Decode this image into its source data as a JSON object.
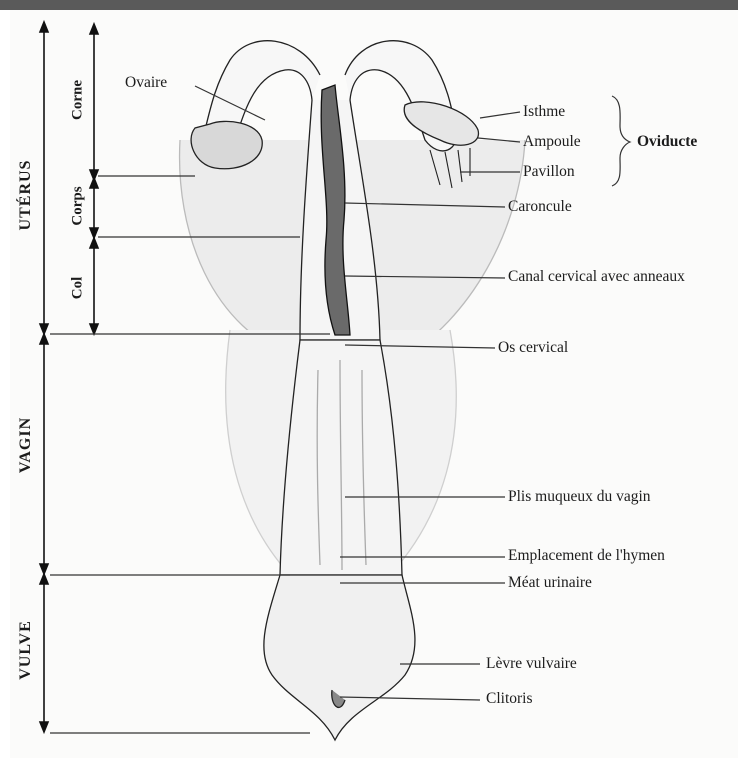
{
  "regions": {
    "uterus": "UTÉRUS",
    "vagina": "VAGIN",
    "vulva": "VULVE"
  },
  "uterus_parts": {
    "horn": "Corne",
    "body": "Corps",
    "neck": "Col"
  },
  "labels": {
    "ovary": "Ovaire",
    "isthmus": "Isthme",
    "ampulla": "Ampoule",
    "infundibulum": "Pavillon",
    "oviduct": "Oviducte",
    "caruncle": "Caroncule",
    "cervical_canal": "Canal cervical avec anneaux",
    "cervical_os": "Os cervical",
    "vaginal_folds": "Plis muqueux du vagin",
    "hymen_site": "Emplacement de l'hymen",
    "urinary_meatus": "Méat urinaire",
    "vulvar_lip": "Lèvre vulvaire",
    "clitoris": "Clitoris"
  }
}
